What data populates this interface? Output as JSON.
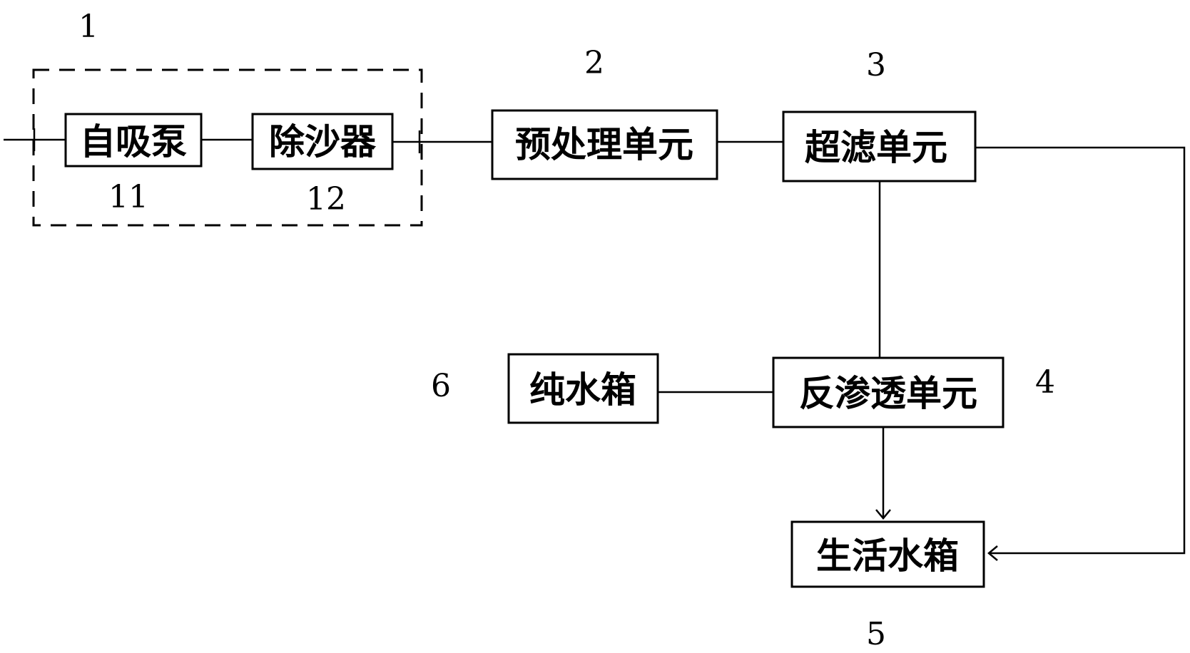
{
  "group": {
    "number": "1",
    "pump": {
      "label": "自吸泵",
      "number": "11"
    },
    "desander": {
      "label": "除沙器",
      "number": "12"
    }
  },
  "pretreatment": {
    "label": "预处理单元",
    "number": "2"
  },
  "ultrafiltration": {
    "label": "超滤单元",
    "number": "3"
  },
  "reverse_osmosis": {
    "label": "反渗透单元",
    "number": "4"
  },
  "domestic_tank": {
    "label": "生活水箱",
    "number": "5"
  },
  "pure_tank": {
    "label": "纯水箱",
    "number": "6"
  }
}
